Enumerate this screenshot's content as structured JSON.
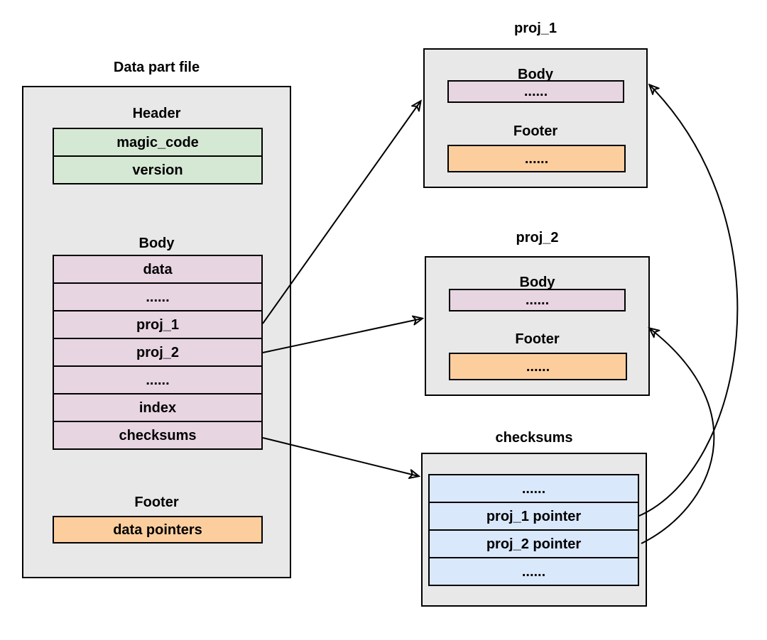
{
  "left_box": {
    "title": "Data part file",
    "header": {
      "label": "Header",
      "rows": [
        "magic_code",
        "version"
      ]
    },
    "body": {
      "label": "Body",
      "rows": [
        "data",
        "......",
        "proj_1",
        "proj_2",
        "......",
        "index",
        "checksums"
      ]
    },
    "footer": {
      "label": "Footer",
      "rows": [
        "data pointers"
      ]
    }
  },
  "proj_1_box": {
    "title": "proj_1",
    "body": {
      "label": "Body",
      "rows": [
        "......"
      ]
    },
    "footer": {
      "label": "Footer",
      "rows": [
        "......"
      ]
    }
  },
  "proj_2_box": {
    "title": "proj_2",
    "body": {
      "label": "Body",
      "rows": [
        "......"
      ]
    },
    "footer": {
      "label": "Footer",
      "rows": [
        "......"
      ]
    }
  },
  "checksums_box": {
    "title": "checksums",
    "rows": [
      "......",
      "proj_1 pointer",
      "proj_2 pointer",
      "......"
    ]
  },
  "colors": {
    "container_fill": "#e8e8e8",
    "border": "#000000",
    "header_fill": "#d5e8d4",
    "body_fill": "#e8d5e2",
    "footer_fill": "#fcce9e",
    "checksum_fill": "#dae8fc",
    "arrow": "#000000"
  }
}
